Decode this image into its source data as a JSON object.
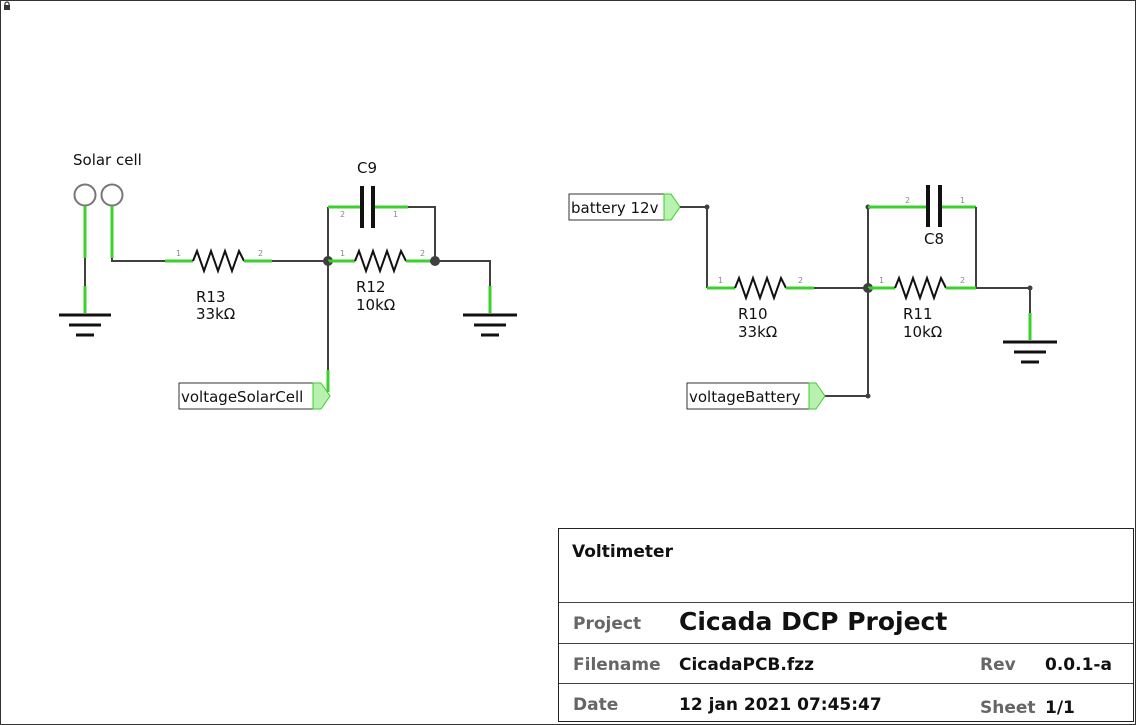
{
  "schematic": {
    "solar_connector_label": "Solar cell",
    "c9": {
      "ref": "C9",
      "pin_left": "2",
      "pin_right": "1"
    },
    "r13": {
      "ref": "R13",
      "value": "33kΩ",
      "pin_left": "1",
      "pin_right": "2"
    },
    "r12": {
      "ref": "R12",
      "value": "10kΩ",
      "pin_left": "1",
      "pin_right": "2"
    },
    "net_voltage_solar": "voltageSolarCell",
    "net_battery": "battery 12v",
    "c8": {
      "ref": "C8",
      "pin_left": "2",
      "pin_right": "1"
    },
    "r10": {
      "ref": "R10",
      "value": "33kΩ",
      "pin_left": "1",
      "pin_right": "2"
    },
    "r11": {
      "ref": "R11",
      "value": "10kΩ",
      "pin_left": "1",
      "pin_right": "2"
    },
    "net_voltage_battery": "voltageBattery"
  },
  "title_block": {
    "title": "Voltimeter",
    "project_label": "Project",
    "project_value": "Cicada DCP Project",
    "filename_label": "Filename",
    "filename_value": "CicadaPCB.fzz",
    "rev_label": "Rev",
    "rev_value": "0.0.1-a",
    "date_label": "Date",
    "date_value": "12 jan 2021 07:45:47",
    "sheet_label": "Sheet",
    "sheet_value": "1/1"
  },
  "colors": {
    "wire": "#404040",
    "pin_highlight": "#39d12a",
    "net_label_tip": "#b9f2b0"
  },
  "icons": [
    "lock-icon",
    "ground-symbol",
    "resistor-symbol",
    "capacitor-symbol",
    "connector-terminal"
  ]
}
